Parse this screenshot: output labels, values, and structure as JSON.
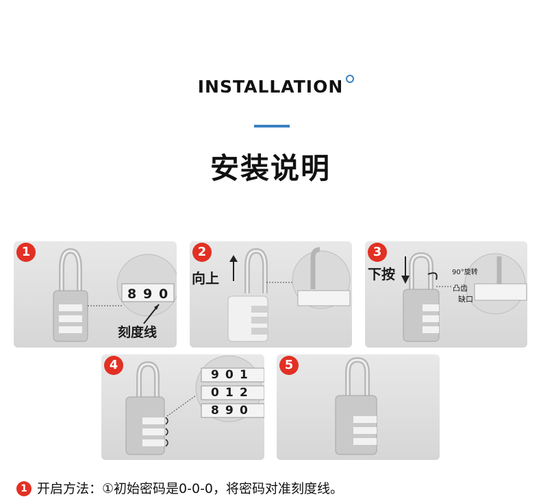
{
  "header": {
    "title_en": "INSTALLATION",
    "title_cn": "安装说明"
  },
  "steps": [
    {
      "number": "1",
      "labels": [
        "刻度线"
      ],
      "dial_digits": [
        "8",
        "9",
        "0"
      ]
    },
    {
      "number": "2",
      "labels": [
        "向上"
      ]
    },
    {
      "number": "3",
      "labels": [
        "下按",
        "90°旋转",
        "凸齿",
        "缺口"
      ]
    },
    {
      "number": "4",
      "dial_rows": [
        [
          "9",
          "0",
          "1"
        ],
        [
          "0",
          "1",
          "2"
        ],
        [
          "8",
          "9",
          "0"
        ]
      ]
    },
    {
      "number": "5"
    }
  ],
  "footer": {
    "badge": "1",
    "text": "开启方法：①初始密码是0-0-0，将密码对准刻度线。"
  },
  "colors": {
    "accent": "#3a80c1",
    "badge": "#e23024",
    "panel": "#dcdcdc"
  }
}
